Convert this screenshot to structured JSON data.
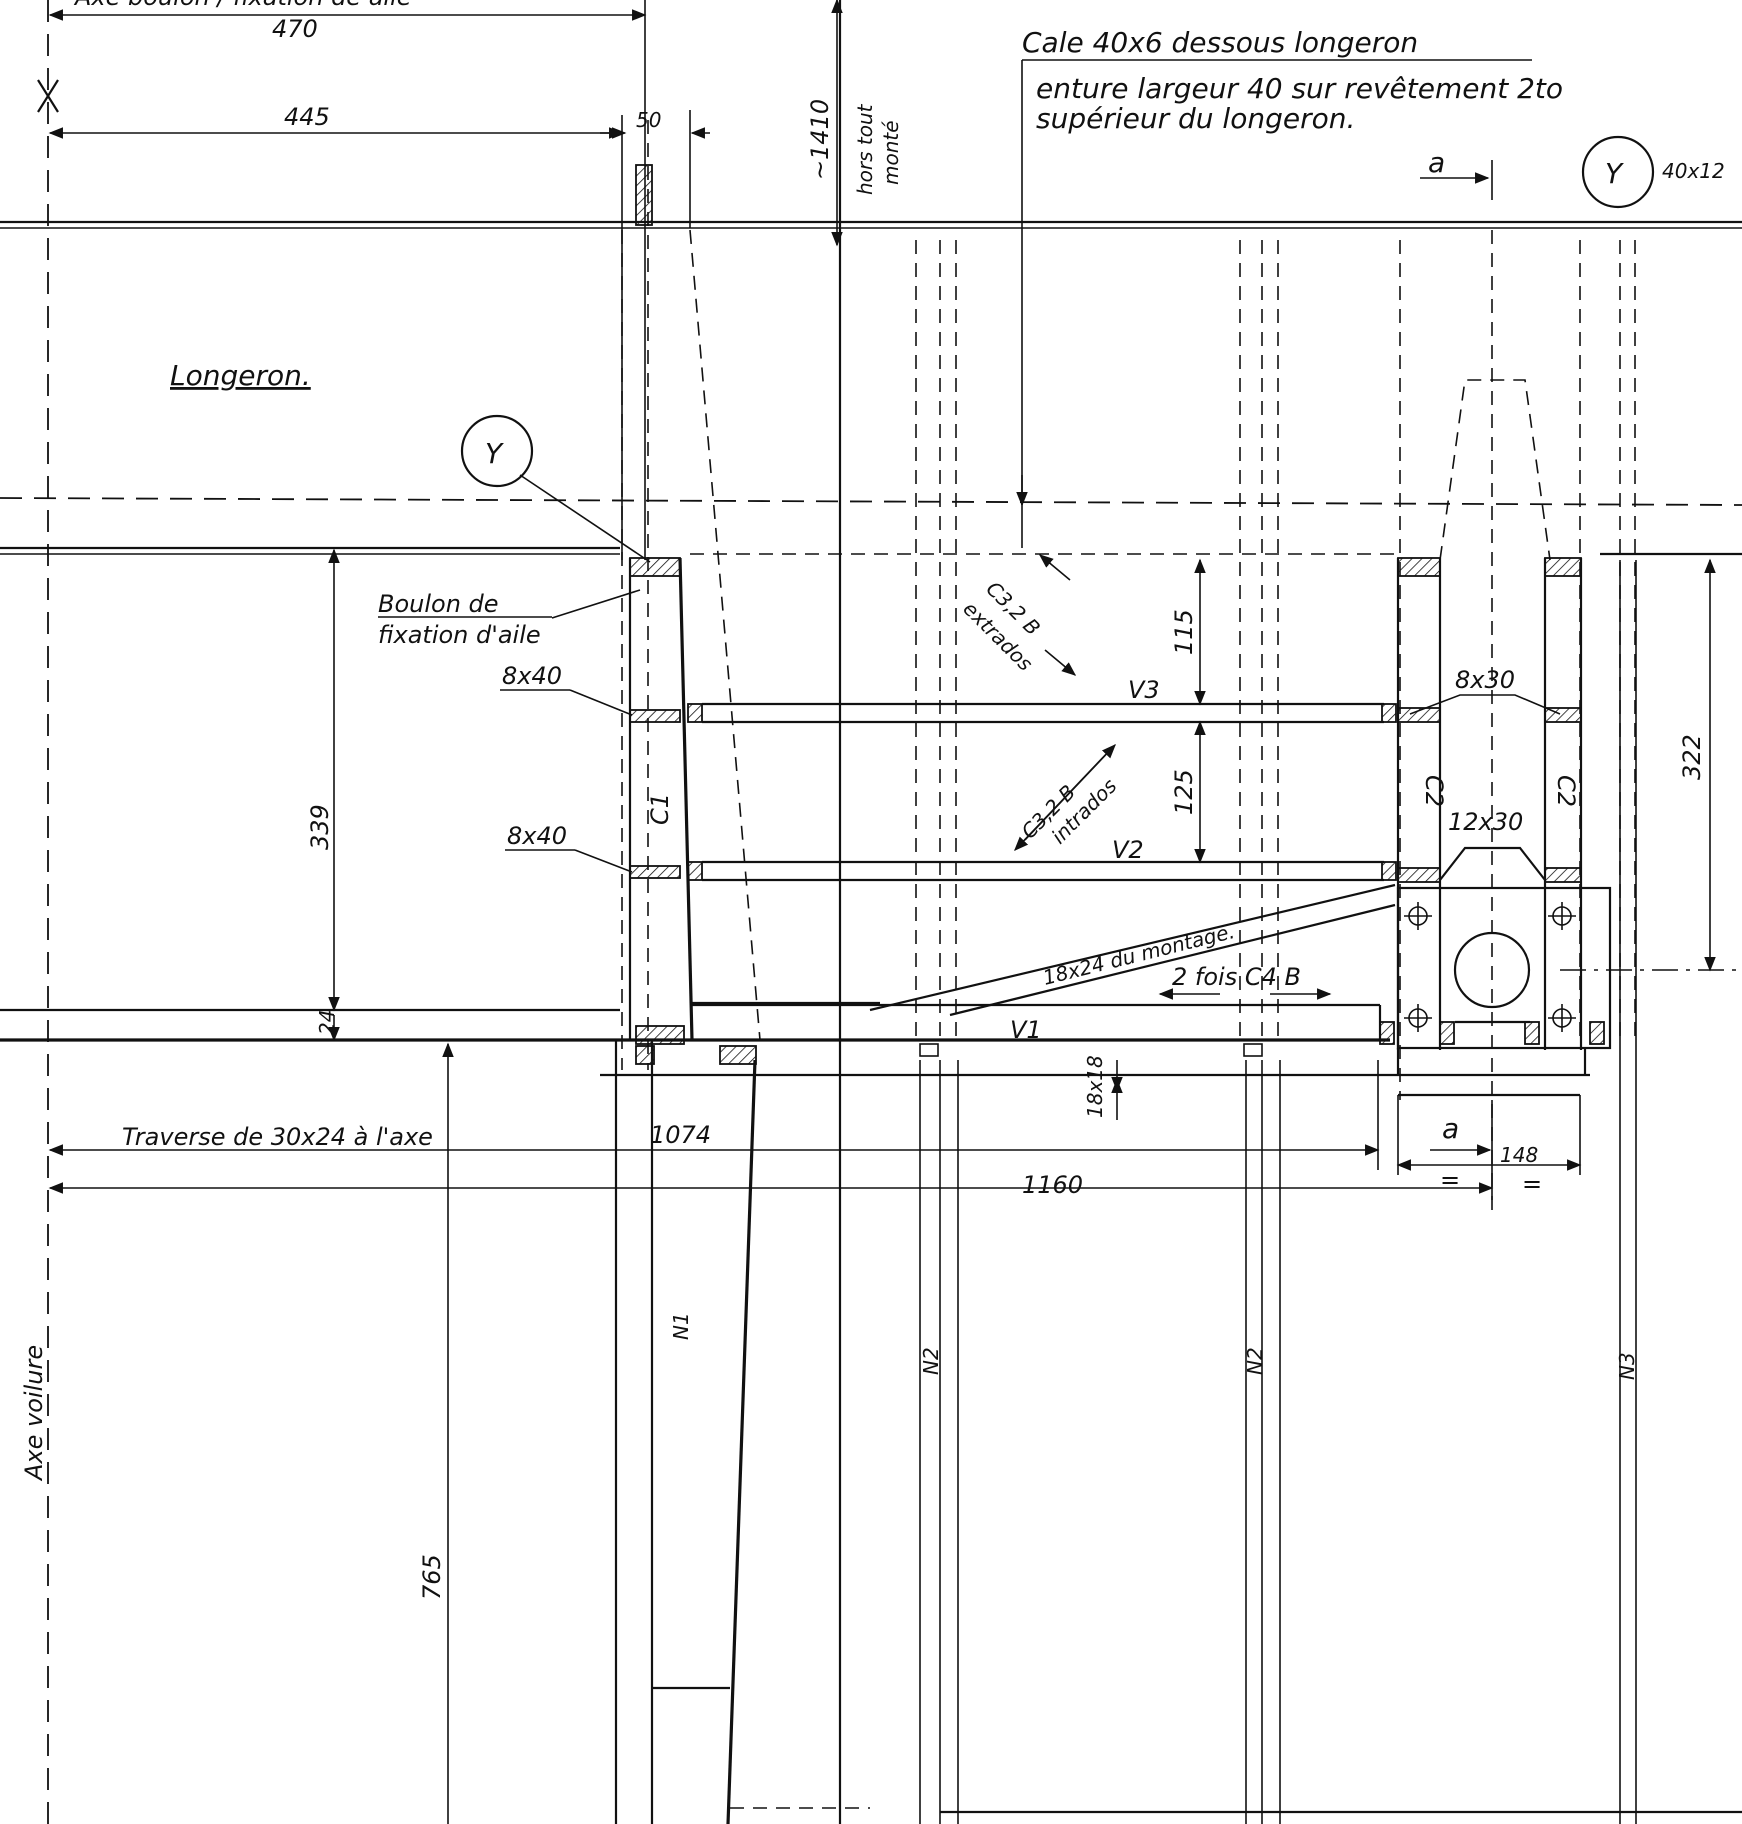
{
  "labels": {
    "top_cut": "Axe boulon / fixation de aile",
    "dim_470": "470",
    "dim_445": "445",
    "dim_50": "50",
    "dim_1410": "~1410",
    "hors_tout": "hors tout",
    "monte": "monté",
    "cale": "Cale 40x6  dessous  longeron",
    "enture_line1": "enture largeur 40 sur revêtement 2to",
    "enture_line2": "supérieur du longeron.",
    "section_a_top": "a",
    "callout_y_right": "Y",
    "size_40x12": "40x12",
    "longeron": "Longeron.",
    "callout_y_left": "Y",
    "boulon_line1": "Boulon de",
    "boulon_line2": "fixation d'aile",
    "s8x40_a": "8x40",
    "s8x40_b": "8x40",
    "c1": "C1",
    "dim_339": "339",
    "dim_24": "24",
    "c32b_extrados_1": "C3,2 B",
    "c32b_extrados_2": "extrados",
    "c32b_intrados_1": "C3,2 B",
    "c32b_intrados_2": "intrados",
    "dim_115": "115",
    "dim_125": "125",
    "v3": "V3",
    "v2": "V2",
    "v1": "V1",
    "s8x30": "8x30",
    "s12x30": "12x30",
    "c2_left": "C2",
    "c2_right": "C2",
    "dim_322": "322",
    "montage": "18x24 du montage.",
    "deux_fois": "2 fois C4 B",
    "dim_18x18": "18x18",
    "traverse": "Traverse de 30x24  à l'axe",
    "dim_1074": "1074",
    "section_a_bottom": "a",
    "dim_148": "148",
    "eq1": "=",
    "eq2": "=",
    "dim_1160": "1160",
    "axe_voilure": "Axe voilure",
    "dim_765": "765",
    "n1": "N1",
    "n2_a": "N2",
    "n2_b": "N2",
    "n3": "N3"
  }
}
